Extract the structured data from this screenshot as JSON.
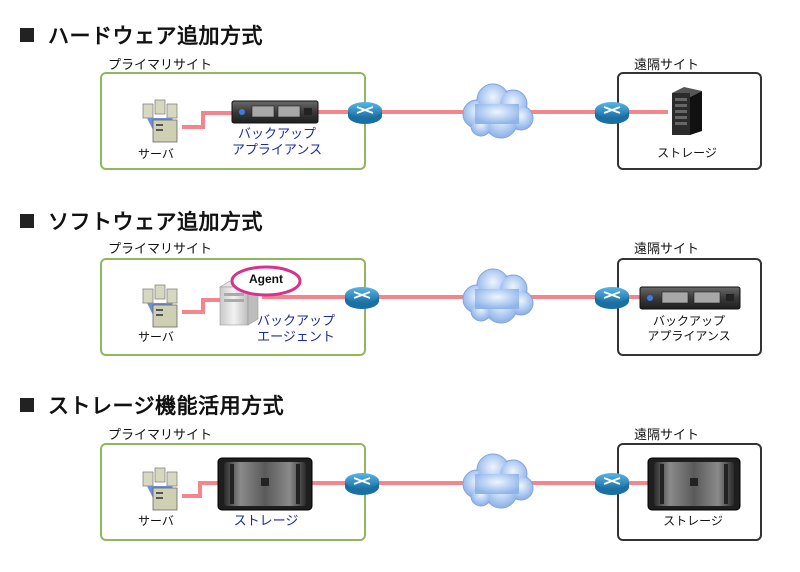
{
  "sections": [
    {
      "title": "ハードウェア追加方式",
      "primary_site": "プライマリサイト",
      "remote_site": "遠隔サイト",
      "server_label": "サーバ",
      "primary_device_label": [
        "バックアップ",
        "アプライアンス"
      ],
      "remote_device_label": "ストレージ"
    },
    {
      "title": "ソフトウェア追加方式",
      "primary_site": "プライマリサイト",
      "remote_site": "遠隔サイト",
      "server_label": "サーバ",
      "agent_badge": "Agent",
      "primary_device_label": [
        "バックアップ",
        "エージェント"
      ],
      "remote_device_label": [
        "バックアップ",
        "アプライアンス"
      ]
    },
    {
      "title": "ストレージ機能活用方式",
      "primary_site": "プライマリサイト",
      "remote_site": "遠隔サイト",
      "server_label": "サーバ",
      "primary_device_label": "ストレージ",
      "remote_device_label": "ストレージ"
    }
  ],
  "colors": {
    "primary_border": "#8fb85a",
    "remote_border": "#333333",
    "link_line": "#f4858c",
    "router": "#2a8fc4",
    "cloud": "#9fc3f0",
    "agent_ring": "#d6338f",
    "blue_text": "#1a2b9c"
  }
}
